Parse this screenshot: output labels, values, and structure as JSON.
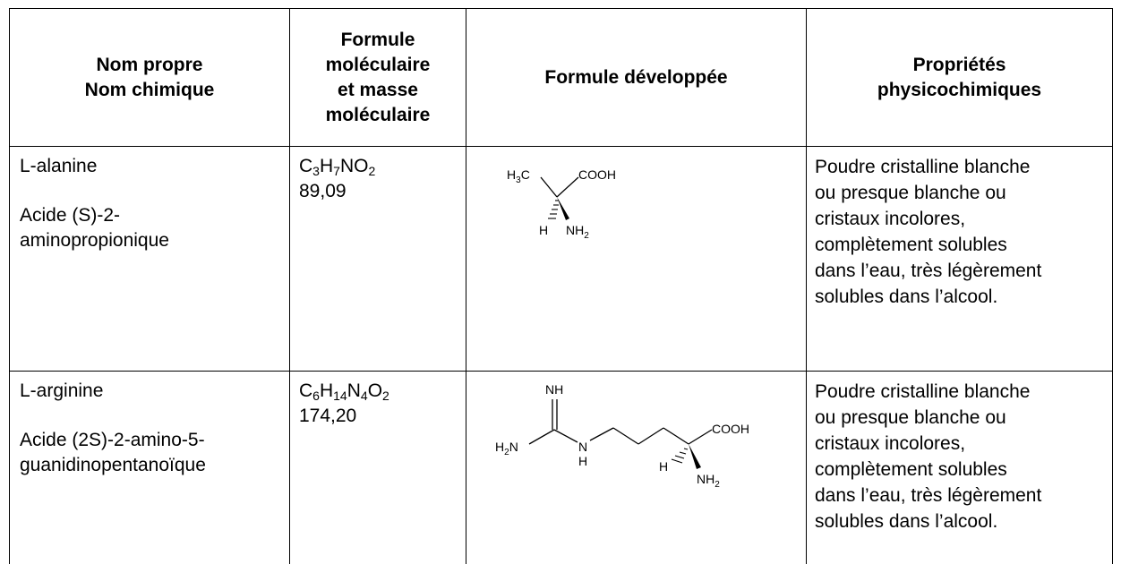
{
  "table": {
    "headers": {
      "name": [
        "Nom propre",
        "Nom chimique"
      ],
      "formula": [
        "Formule",
        "moléculaire",
        "et masse",
        "moléculaire"
      ],
      "structure": "Formule développée",
      "properties": [
        "Propriétés",
        "physicochimiques"
      ]
    },
    "rows": [
      {
        "common_name": "L-alanine",
        "chemical_name": [
          "Acide (S)-2-",
          "aminopropionique"
        ],
        "formula": {
          "C": "C",
          "c": "3",
          "H": "H",
          "h": "7",
          "N": "NO",
          "n": "2"
        },
        "mass": "89,09",
        "structure": {
          "g1": "H",
          "g1s": "3",
          "g1c": "C",
          "g2": "COOH",
          "g3": "H",
          "g4": "NH",
          "g4s": "2"
        },
        "properties": [
          "Poudre cristalline blanche",
          "ou presque blanche ou",
          "cristaux incolores,",
          "complètement solubles",
          "dans l’eau, très légèrement",
          "solubles dans l’alcool."
        ]
      },
      {
        "common_name": "L-arginine",
        "chemical_name": [
          "Acide (2S)-2-amino-5-",
          "guanidinopentanoïque"
        ],
        "formula": {
          "a": "C",
          "as": "6",
          "b": "H",
          "bs": "14",
          "c": "N",
          "cs": "4",
          "d": "O",
          "ds": "2"
        },
        "mass": "174,20",
        "structure": {
          "nh_top": "NH",
          "h2n": "H",
          "h2n_s": "2",
          "h2n_n": "N",
          "n_mid": "N",
          "h_mid": "H",
          "cooh": "COOH",
          "h": "H",
          "nh2": "NH",
          "nh2_s": "2"
        },
        "properties": [
          "Poudre cristalline blanche",
          "ou presque blanche ou",
          "cristaux incolores,",
          "complètement solubles",
          "dans l’eau, très légèrement",
          "solubles dans l’alcool."
        ]
      }
    ]
  }
}
